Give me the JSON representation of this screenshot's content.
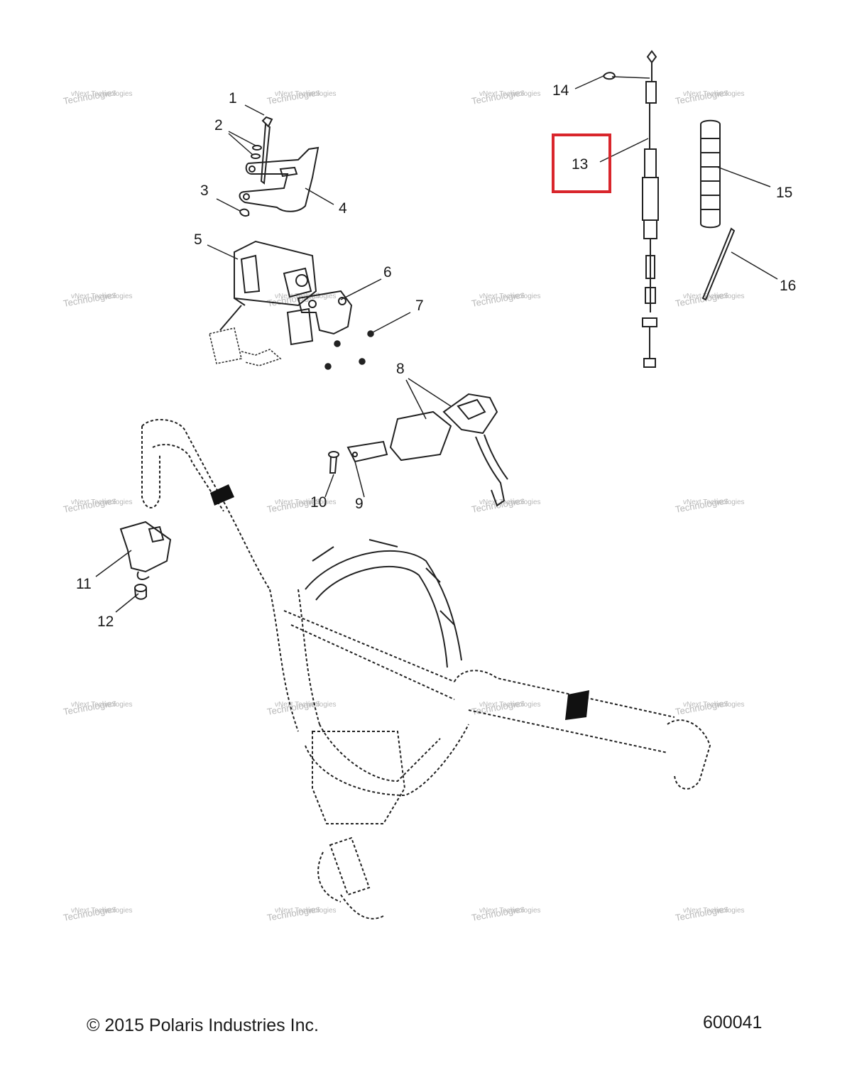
{
  "callouts": {
    "c1": "1",
    "c2": "2",
    "c3": "3",
    "c4": "4",
    "c5": "5",
    "c6": "6",
    "c7": "7",
    "c8": "8",
    "c9": "9",
    "c10": "10",
    "c11": "11",
    "c12": "12",
    "c13": "13",
    "c14": "14",
    "c15": "15",
    "c16": "16"
  },
  "highlight": {
    "part": "13",
    "color": "#d9262c"
  },
  "watermark": {
    "line1": "vNext Technologies",
    "line2": "Technologies"
  },
  "footer": {
    "copyright": "© 2015 Polaris Industries Inc.",
    "document_number": "600041"
  }
}
